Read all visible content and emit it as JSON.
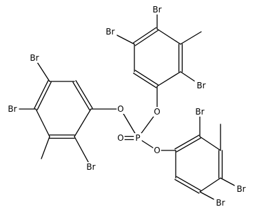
{
  "diagram": {
    "type": "chemical-structure",
    "colors": {
      "bond": "#000000",
      "label": "#000000",
      "background": "#ffffff"
    },
    "atoms": [
      {
        "id": "P",
        "label": "P"
      },
      {
        "id": "Od",
        "label": "O"
      },
      {
        "id": "O1",
        "label": "O"
      },
      {
        "id": "O2",
        "label": "O"
      },
      {
        "id": "O3",
        "label": "O"
      },
      {
        "id": "BrA1",
        "label": "Br"
      },
      {
        "id": "BrA2",
        "label": "Br"
      },
      {
        "id": "BrA3",
        "label": "Br"
      },
      {
        "id": "BrB1",
        "label": "Br"
      },
      {
        "id": "BrB2",
        "label": "Br"
      },
      {
        "id": "BrB3",
        "label": "Br"
      },
      {
        "id": "BrC1",
        "label": "Br"
      },
      {
        "id": "BrC2",
        "label": "Br"
      },
      {
        "id": "BrC3",
        "label": "Br"
      }
    ]
  }
}
